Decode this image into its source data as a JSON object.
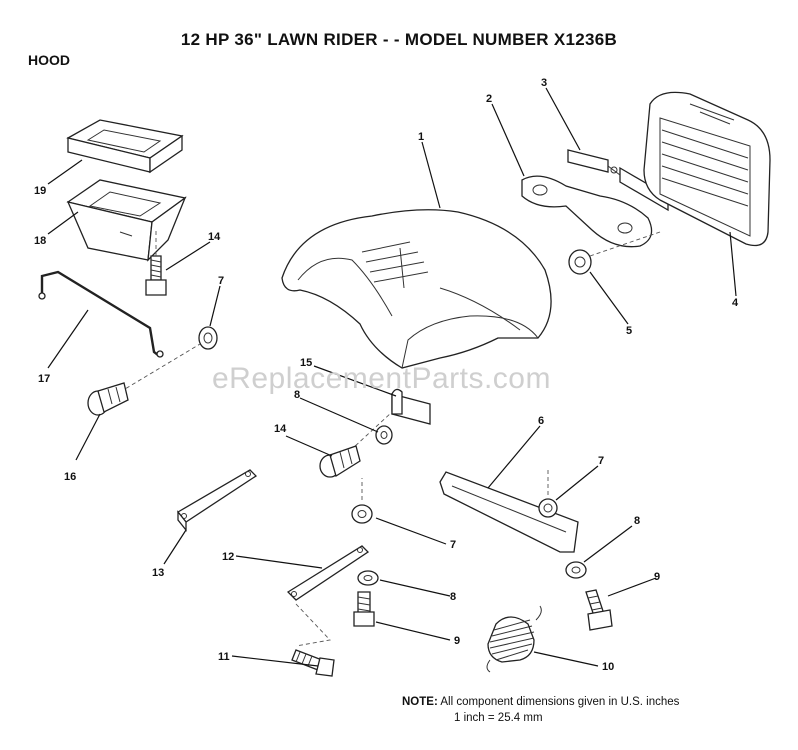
{
  "header": {
    "title": "12 HP 36\" LAWN RIDER - - MODEL NUMBER X1236B",
    "section": "HOOD"
  },
  "watermark": "eReplacementParts.com",
  "note": {
    "label": "NOTE:",
    "line1": "All component dimensions given in U.S. inches",
    "line2": "1 inch = 25.4 mm"
  },
  "callouts": {
    "c1": "1",
    "c2": "2",
    "c3": "3",
    "c4": "4",
    "c5": "5",
    "c6": "6",
    "c7a": "7",
    "c7b": "7",
    "c7c": "7",
    "c8a": "8",
    "c8b": "8",
    "c8c": "8",
    "c9a": "9",
    "c9b": "9",
    "c10": "10",
    "c11": "11",
    "c12": "12",
    "c13": "13",
    "c14a": "14",
    "c14b": "14",
    "c15": "15",
    "c16": "16",
    "c17": "17",
    "c18": "18",
    "c19": "19"
  }
}
